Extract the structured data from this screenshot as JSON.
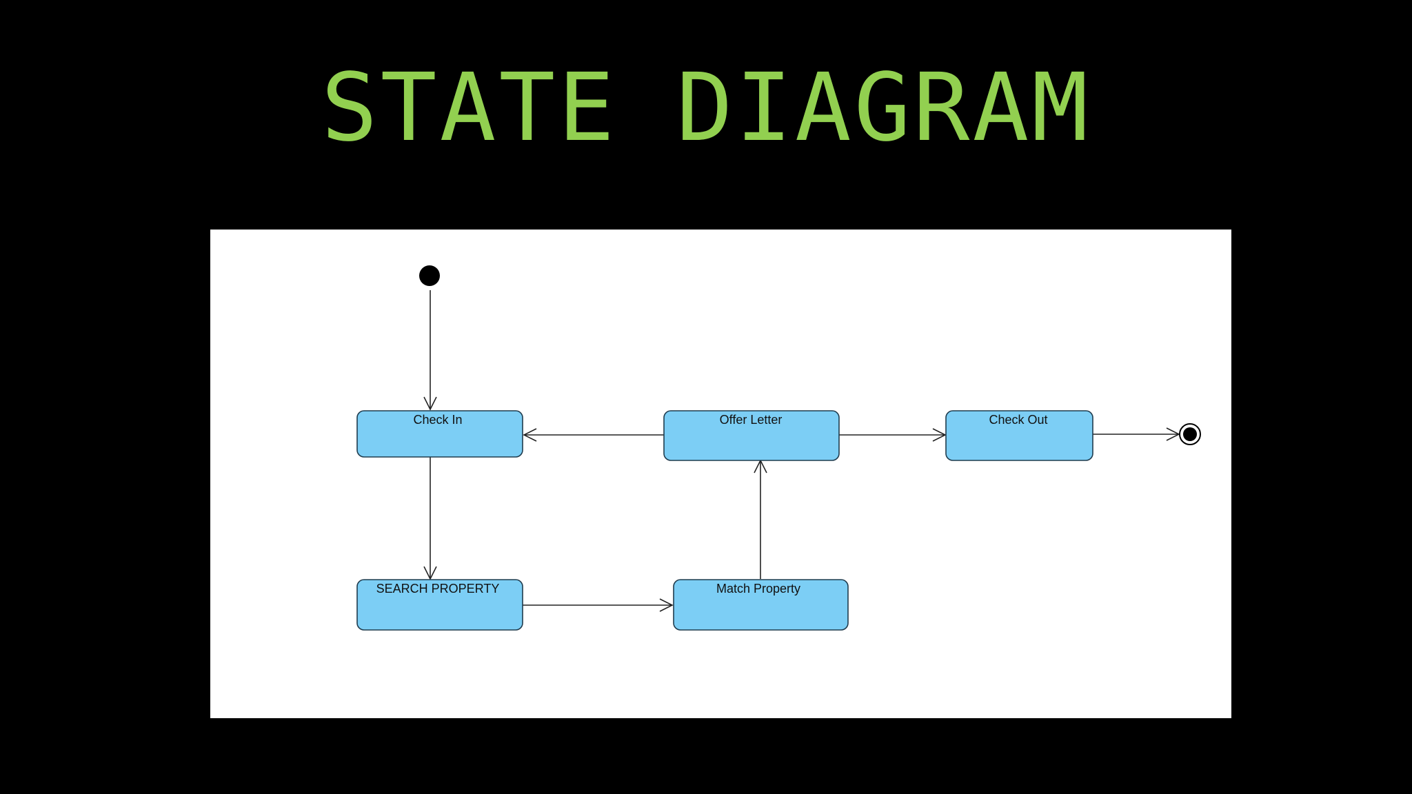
{
  "slide": {
    "title": "STATE DIAGRAM"
  },
  "diagram": {
    "kind": "uml-state-diagram",
    "colors": {
      "state_fill": "#7ccef5",
      "state_stroke": "#1f3b4d",
      "line": "#222222",
      "pseudostate": "#000000",
      "title": "#92d050",
      "panel": "#ffffff",
      "background": "#000000"
    },
    "states": [
      {
        "id": "check_in",
        "label": "Check In"
      },
      {
        "id": "search_property",
        "label": "SEARCH PROPERTY"
      },
      {
        "id": "match_property",
        "label": "Match Property"
      },
      {
        "id": "offer_letter",
        "label": "Offer Letter"
      },
      {
        "id": "check_out",
        "label": "Check Out"
      }
    ],
    "pseudostates": [
      {
        "id": "initial",
        "type": "initial"
      },
      {
        "id": "final",
        "type": "final"
      }
    ],
    "transitions": [
      {
        "from": "initial",
        "to": "check_in"
      },
      {
        "from": "check_in",
        "to": "search_property"
      },
      {
        "from": "search_property",
        "to": "match_property"
      },
      {
        "from": "match_property",
        "to": "offer_letter"
      },
      {
        "from": "offer_letter",
        "to": "check_in"
      },
      {
        "from": "offer_letter",
        "to": "check_out"
      },
      {
        "from": "check_out",
        "to": "final"
      }
    ]
  }
}
